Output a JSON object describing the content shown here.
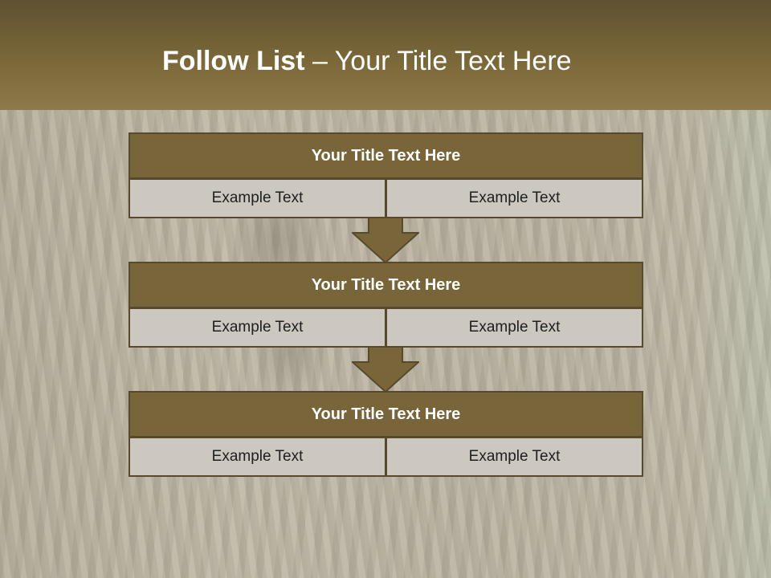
{
  "slide": {
    "title_bold": "Follow List",
    "title_rest": " – Your Title Text Here"
  },
  "steps": [
    {
      "title": "Your Title Text Here",
      "left": "Example Text",
      "right": "Example Text"
    },
    {
      "title": "Your Title Text Here",
      "left": "Example Text",
      "right": "Example Text"
    },
    {
      "title": "Your Title Text Here",
      "left": "Example Text",
      "right": "Example Text"
    }
  ],
  "colors": {
    "header": "#7a6838",
    "block_title": "#79653a",
    "cell": "#ccc8c0",
    "border": "#574a2c",
    "arrow": "#79653a"
  }
}
